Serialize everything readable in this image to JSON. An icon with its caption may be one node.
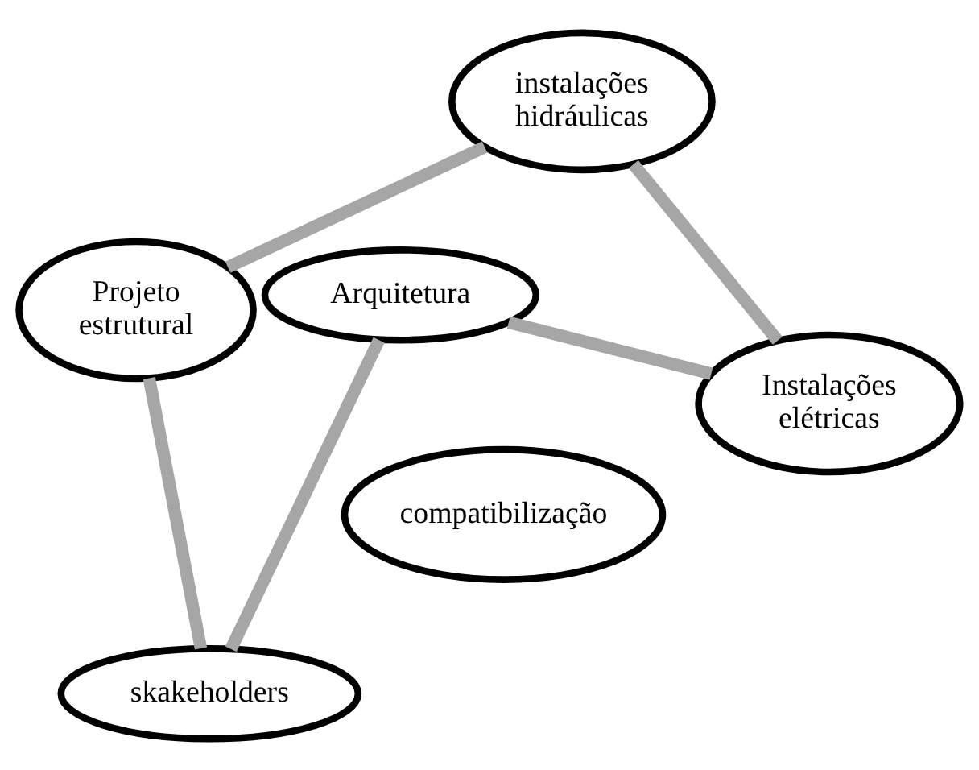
{
  "diagram": {
    "nodes": [
      {
        "text": [
          "Arquitetura"
        ]
      },
      {
        "text": [
          "skakeholders"
        ]
      },
      {
        "text": [
          "Instalações elétricas"
        ]
      },
      {
        "text": [
          "compatibilização"
        ]
      },
      {
        "text": [
          "Projeto estrutural"
        ]
      },
      {
        "text": [
          "instalações hidráulicas"
        ]
      }
    ],
    "edges": [
      {
        "from": 0,
        "to": 2,
        "arrow": "none"
      },
      {
        "from": 2,
        "to": 5,
        "arrow": "none"
      },
      {
        "from": 5,
        "to": 4,
        "arrow": "none"
      },
      {
        "from": 4,
        "to": 1,
        "arrow": "none"
      },
      {
        "from": 1,
        "to": 0,
        "arrow": "none"
      }
    ]
  }
}
